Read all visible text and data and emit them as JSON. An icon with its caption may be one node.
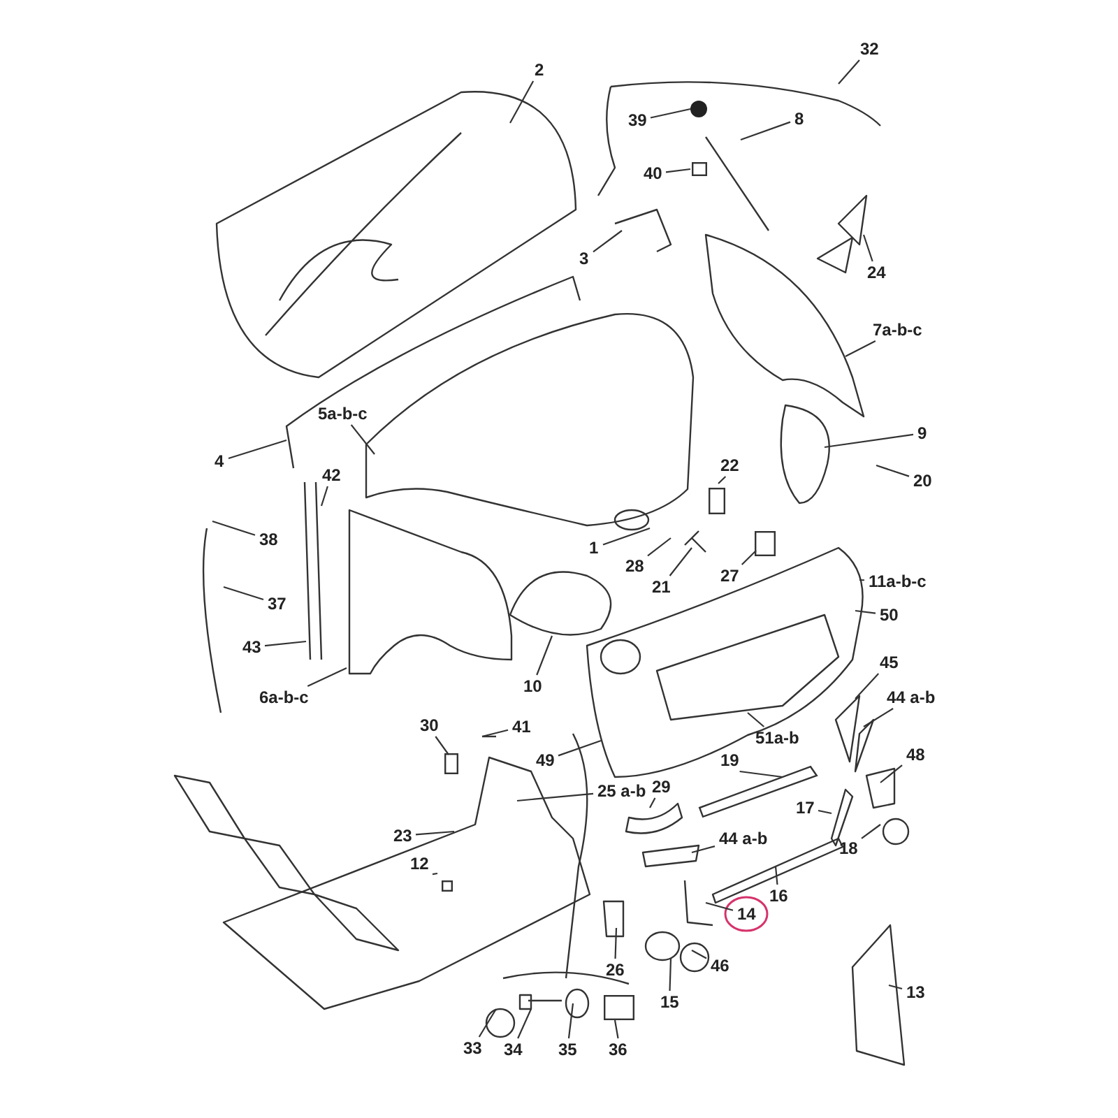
{
  "diagram": {
    "nodes": [
      {
        "text": [
          "2"
        ]
      },
      {
        "text": [
          "32"
        ]
      },
      {
        "text": [
          "39"
        ]
      },
      {
        "text": [
          "8"
        ]
      },
      {
        "text": [
          "40"
        ]
      },
      {
        "text": [
          "3"
        ]
      },
      {
        "text": [
          "24"
        ]
      },
      {
        "text": [
          "7a-b-c"
        ]
      },
      {
        "text": [
          "9"
        ]
      },
      {
        "text": [
          "20"
        ]
      },
      {
        "text": [
          "4"
        ]
      },
      {
        "text": [
          "5a-b-c"
        ]
      },
      {
        "text": [
          "22"
        ]
      },
      {
        "text": [
          "42"
        ]
      },
      {
        "text": [
          "38"
        ]
      },
      {
        "text": [
          "1"
        ]
      },
      {
        "text": [
          "28"
        ]
      },
      {
        "text": [
          "27"
        ]
      },
      {
        "text": [
          "21"
        ]
      },
      {
        "text": [
          "11a-b-c"
        ]
      },
      {
        "text": [
          "50"
        ]
      },
      {
        "text": [
          "37"
        ]
      },
      {
        "text": [
          "43"
        ]
      },
      {
        "text": [
          "6a-b-c"
        ]
      },
      {
        "text": [
          "10"
        ]
      },
      {
        "text": [
          "45"
        ]
      },
      {
        "text": [
          "44 a-b"
        ]
      },
      {
        "text": [
          "30"
        ]
      },
      {
        "text": [
          "41"
        ]
      },
      {
        "text": [
          "51a-b"
        ]
      },
      {
        "text": [
          "49"
        ]
      },
      {
        "text": [
          "19"
        ]
      },
      {
        "text": [
          "48"
        ]
      },
      {
        "text": [
          "25 a-b"
        ]
      },
      {
        "text": [
          "29"
        ]
      },
      {
        "text": [
          "17"
        ]
      },
      {
        "text": [
          "23"
        ]
      },
      {
        "text": [
          "44 a-b"
        ]
      },
      {
        "text": [
          "18"
        ]
      },
      {
        "text": [
          "12"
        ]
      },
      {
        "text": [
          "16"
        ]
      },
      {
        "text": [
          "14"
        ]
      },
      {
        "text": [
          "26"
        ]
      },
      {
        "text": [
          "46"
        ]
      },
      {
        "text": [
          "13"
        ]
      },
      {
        "text": [
          "15"
        ]
      },
      {
        "text": [
          "33"
        ]
      },
      {
        "text": [
          "34"
        ]
      },
      {
        "text": [
          "35"
        ]
      },
      {
        "text": [
          "36"
        ]
      },
      {
        "text": [],
        "shape": "circle"
      },
      {
        "text": [],
        "shape": "box"
      },
      {
        "text": [],
        "shape": "box"
      },
      {
        "text": [],
        "shape": "box"
      },
      {
        "text": [],
        "shape": "box"
      },
      {
        "text": [],
        "shape": "box"
      },
      {
        "text": [],
        "shape": "bar"
      },
      {
        "text": [],
        "shape": "box"
      }
    ],
    "edges": [
      {
        "from": 0,
        "to": null,
        "arrow": "none"
      },
      {
        "from": 1,
        "to": null,
        "arrow": "none"
      },
      {
        "from": 2,
        "to": 50,
        "arrow": "none"
      },
      {
        "from": 3,
        "to": null,
        "arrow": "none"
      },
      {
        "from": 4,
        "to": 51,
        "arrow": "none"
      },
      {
        "from": 5,
        "to": null,
        "arrow": "none"
      },
      {
        "from": 6,
        "to": null,
        "arrow": "none"
      },
      {
        "from": 7,
        "to": null,
        "arrow": "none"
      },
      {
        "from": 8,
        "to": null,
        "arrow": "none"
      },
      {
        "from": 9,
        "to": null,
        "arrow": "none"
      },
      {
        "from": 10,
        "to": null,
        "arrow": "none"
      },
      {
        "from": 11,
        "to": null,
        "arrow": "none"
      },
      {
        "from": 12,
        "to": 52,
        "arrow": "none"
      },
      {
        "from": 13,
        "to": null,
        "arrow": "none"
      },
      {
        "from": 14,
        "to": null,
        "arrow": "none"
      },
      {
        "from": 15,
        "to": null,
        "arrow": "none"
      },
      {
        "from": 16,
        "to": null,
        "arrow": "none"
      },
      {
        "from": 17,
        "to": 53,
        "arrow": "none"
      },
      {
        "from": 18,
        "to": null,
        "arrow": "none"
      },
      {
        "from": 19,
        "to": null,
        "arrow": "none"
      },
      {
        "from": 20,
        "to": null,
        "arrow": "none"
      },
      {
        "from": 21,
        "to": null,
        "arrow": "none"
      },
      {
        "from": 22,
        "to": null,
        "arrow": "none"
      },
      {
        "from": 23,
        "to": null,
        "arrow": "none"
      },
      {
        "from": 24,
        "to": null,
        "arrow": "none"
      },
      {
        "from": 25,
        "to": null,
        "arrow": "none"
      },
      {
        "from": 26,
        "to": null,
        "arrow": "none"
      },
      {
        "from": 27,
        "to": 54,
        "arrow": "none"
      },
      {
        "from": 28,
        "to": null,
        "arrow": "none"
      },
      {
        "from": 29,
        "to": null,
        "arrow": "none"
      },
      {
        "from": 30,
        "to": null,
        "arrow": "none"
      },
      {
        "from": 31,
        "to": 56,
        "arrow": "none"
      },
      {
        "from": 32,
        "to": null,
        "arrow": "none"
      },
      {
        "from": 33,
        "to": null,
        "arrow": "none"
      },
      {
        "from": 34,
        "to": null,
        "arrow": "none"
      },
      {
        "from": 35,
        "to": null,
        "arrow": "none"
      },
      {
        "from": 36,
        "to": null,
        "arrow": "none"
      },
      {
        "from": 37,
        "to": null,
        "arrow": "none"
      },
      {
        "from": 38,
        "to": null,
        "arrow": "none"
      },
      {
        "from": 39,
        "to": 55,
        "arrow": "none"
      },
      {
        "from": 40,
        "to": null,
        "arrow": "none"
      },
      {
        "from": 41,
        "to": null,
        "arrow": "none"
      },
      {
        "from": 42,
        "to": null,
        "arrow": "none"
      },
      {
        "from": 43,
        "to": null,
        "arrow": "none"
      },
      {
        "from": 44,
        "to": null,
        "arrow": "none"
      },
      {
        "from": 45,
        "to": null,
        "arrow": "none"
      },
      {
        "from": 46,
        "to": null,
        "arrow": "none"
      },
      {
        "from": 47,
        "to": null,
        "arrow": "none"
      },
      {
        "from": 48,
        "to": null,
        "arrow": "none"
      },
      {
        "from": 49,
        "to": 57,
        "arrow": "none"
      }
    ]
  }
}
